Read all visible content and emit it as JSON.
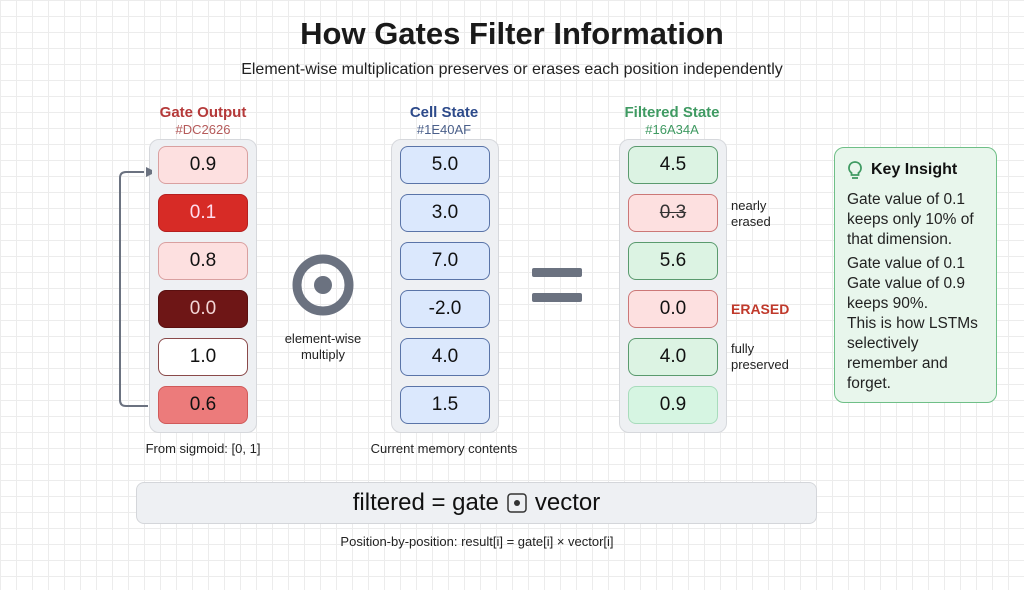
{
  "title": "How Gates Filter Information",
  "subtitle": "Element-wise multiplication preserves or erases each position independently",
  "gate": {
    "label": "Gate Output",
    "hex": "#DC2626",
    "values": [
      "0.9",
      "0.1",
      "0.8",
      "0.0",
      "1.0",
      "0.6"
    ],
    "caption": "From sigmoid: [0, 1]"
  },
  "cell": {
    "label": "Cell State",
    "hex": "#1E40AF",
    "values": [
      "5.0",
      "3.0",
      "7.0",
      "-2.0",
      "4.0",
      "1.5"
    ],
    "caption": "Current memory contents"
  },
  "filtered": {
    "label": "Filtered State",
    "hex": "#16A34A",
    "values": [
      "4.5",
      "0.3",
      "5.6",
      "0.0",
      "4.0",
      "0.9"
    ]
  },
  "operator": {
    "label_1": "element-wise",
    "label_2": "multiply"
  },
  "notes": {
    "nearly_1": "nearly",
    "nearly_2": "erased",
    "erased": "ERASED",
    "fully_1": "fully",
    "fully_2": "preserved"
  },
  "insight": {
    "title": "Key Insight",
    "p1": "Gate value of 0.1 keeps only 10% of that dimension.",
    "p2": "Gate value of 0.1 Gate value of 0.9 keeps 90%.",
    "p3": "This is how LSTMs selectively remember and forget."
  },
  "formula": {
    "left": "filtered = gate",
    "right": "vector",
    "caption": "Position-by-position: result[i] = gate[i] × vector[i]"
  }
}
